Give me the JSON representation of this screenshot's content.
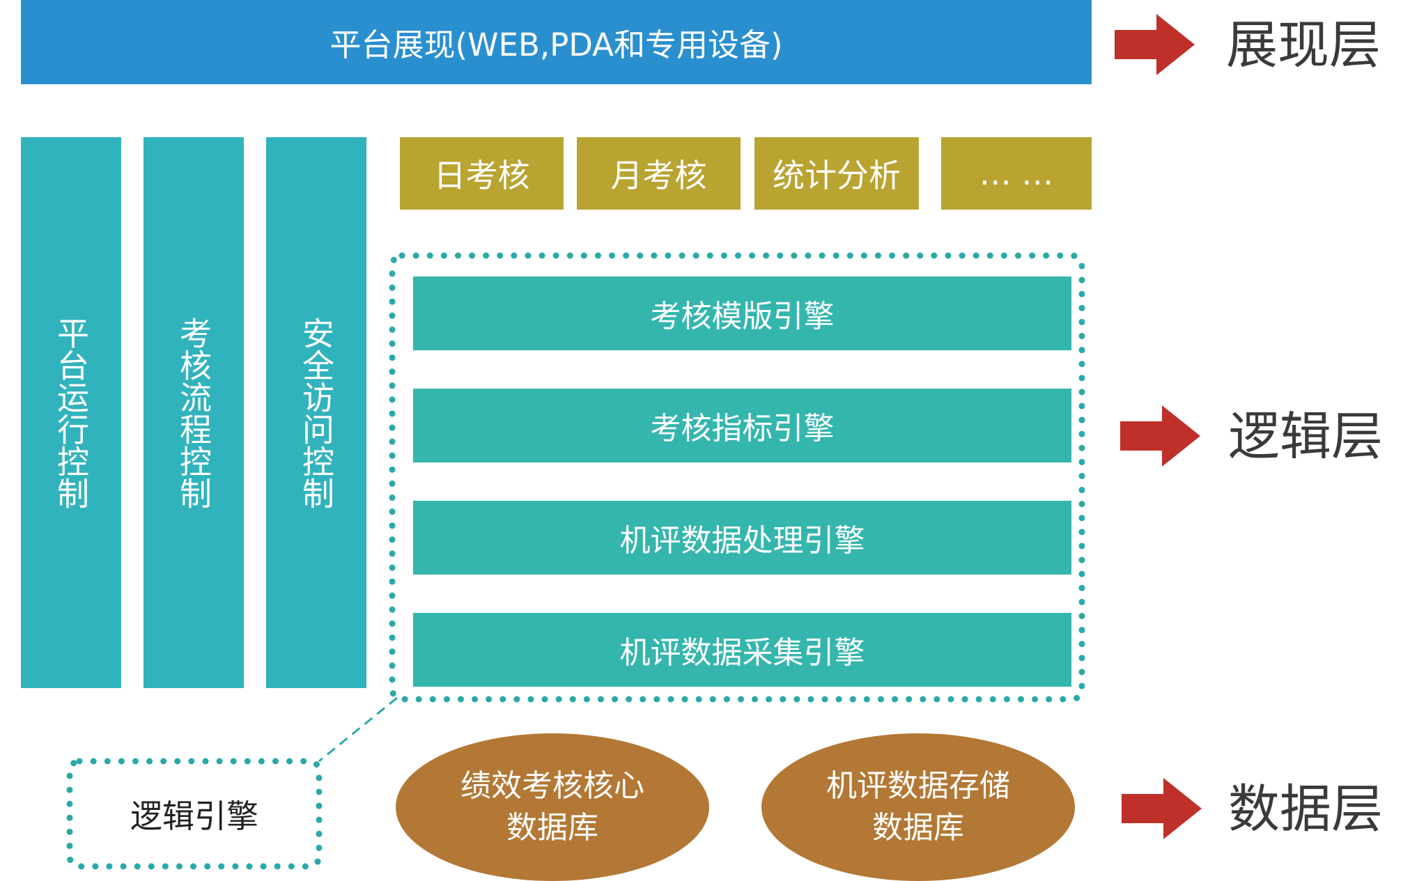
{
  "presentation_bar": {
    "text": "平台展现(WEB,PDA和专用设备)"
  },
  "control_columns": [
    {
      "text": "平台运行控制"
    },
    {
      "text": "考核流程控制"
    },
    {
      "text": "安全访问控制"
    }
  ],
  "modules": [
    {
      "text": "日考核"
    },
    {
      "text": "月考核"
    },
    {
      "text": "统计分析"
    },
    {
      "text": "… …"
    }
  ],
  "engines": [
    {
      "text": "考核模版引擎"
    },
    {
      "text": "考核指标引擎"
    },
    {
      "text": "机评数据处理引擎"
    },
    {
      "text": "机评数据采集引擎"
    }
  ],
  "logic_engine_label": "逻辑引擎",
  "databases": [
    {
      "line1": "绩效考核核心",
      "line2": "数据库"
    },
    {
      "line1": "机评数据存储",
      "line2": "数据库"
    }
  ],
  "layers": {
    "presentation": "展现层",
    "logic": "逻辑层",
    "data": "数据层"
  },
  "colors": {
    "presentation_bar": "#2a8fcf",
    "control_columns": "#31b3bd",
    "modules": "#b9a432",
    "engines": "#34b6ad",
    "databases": "#b37835",
    "arrows": "#c0302a",
    "dotted_border": "#2aa9a8"
  }
}
